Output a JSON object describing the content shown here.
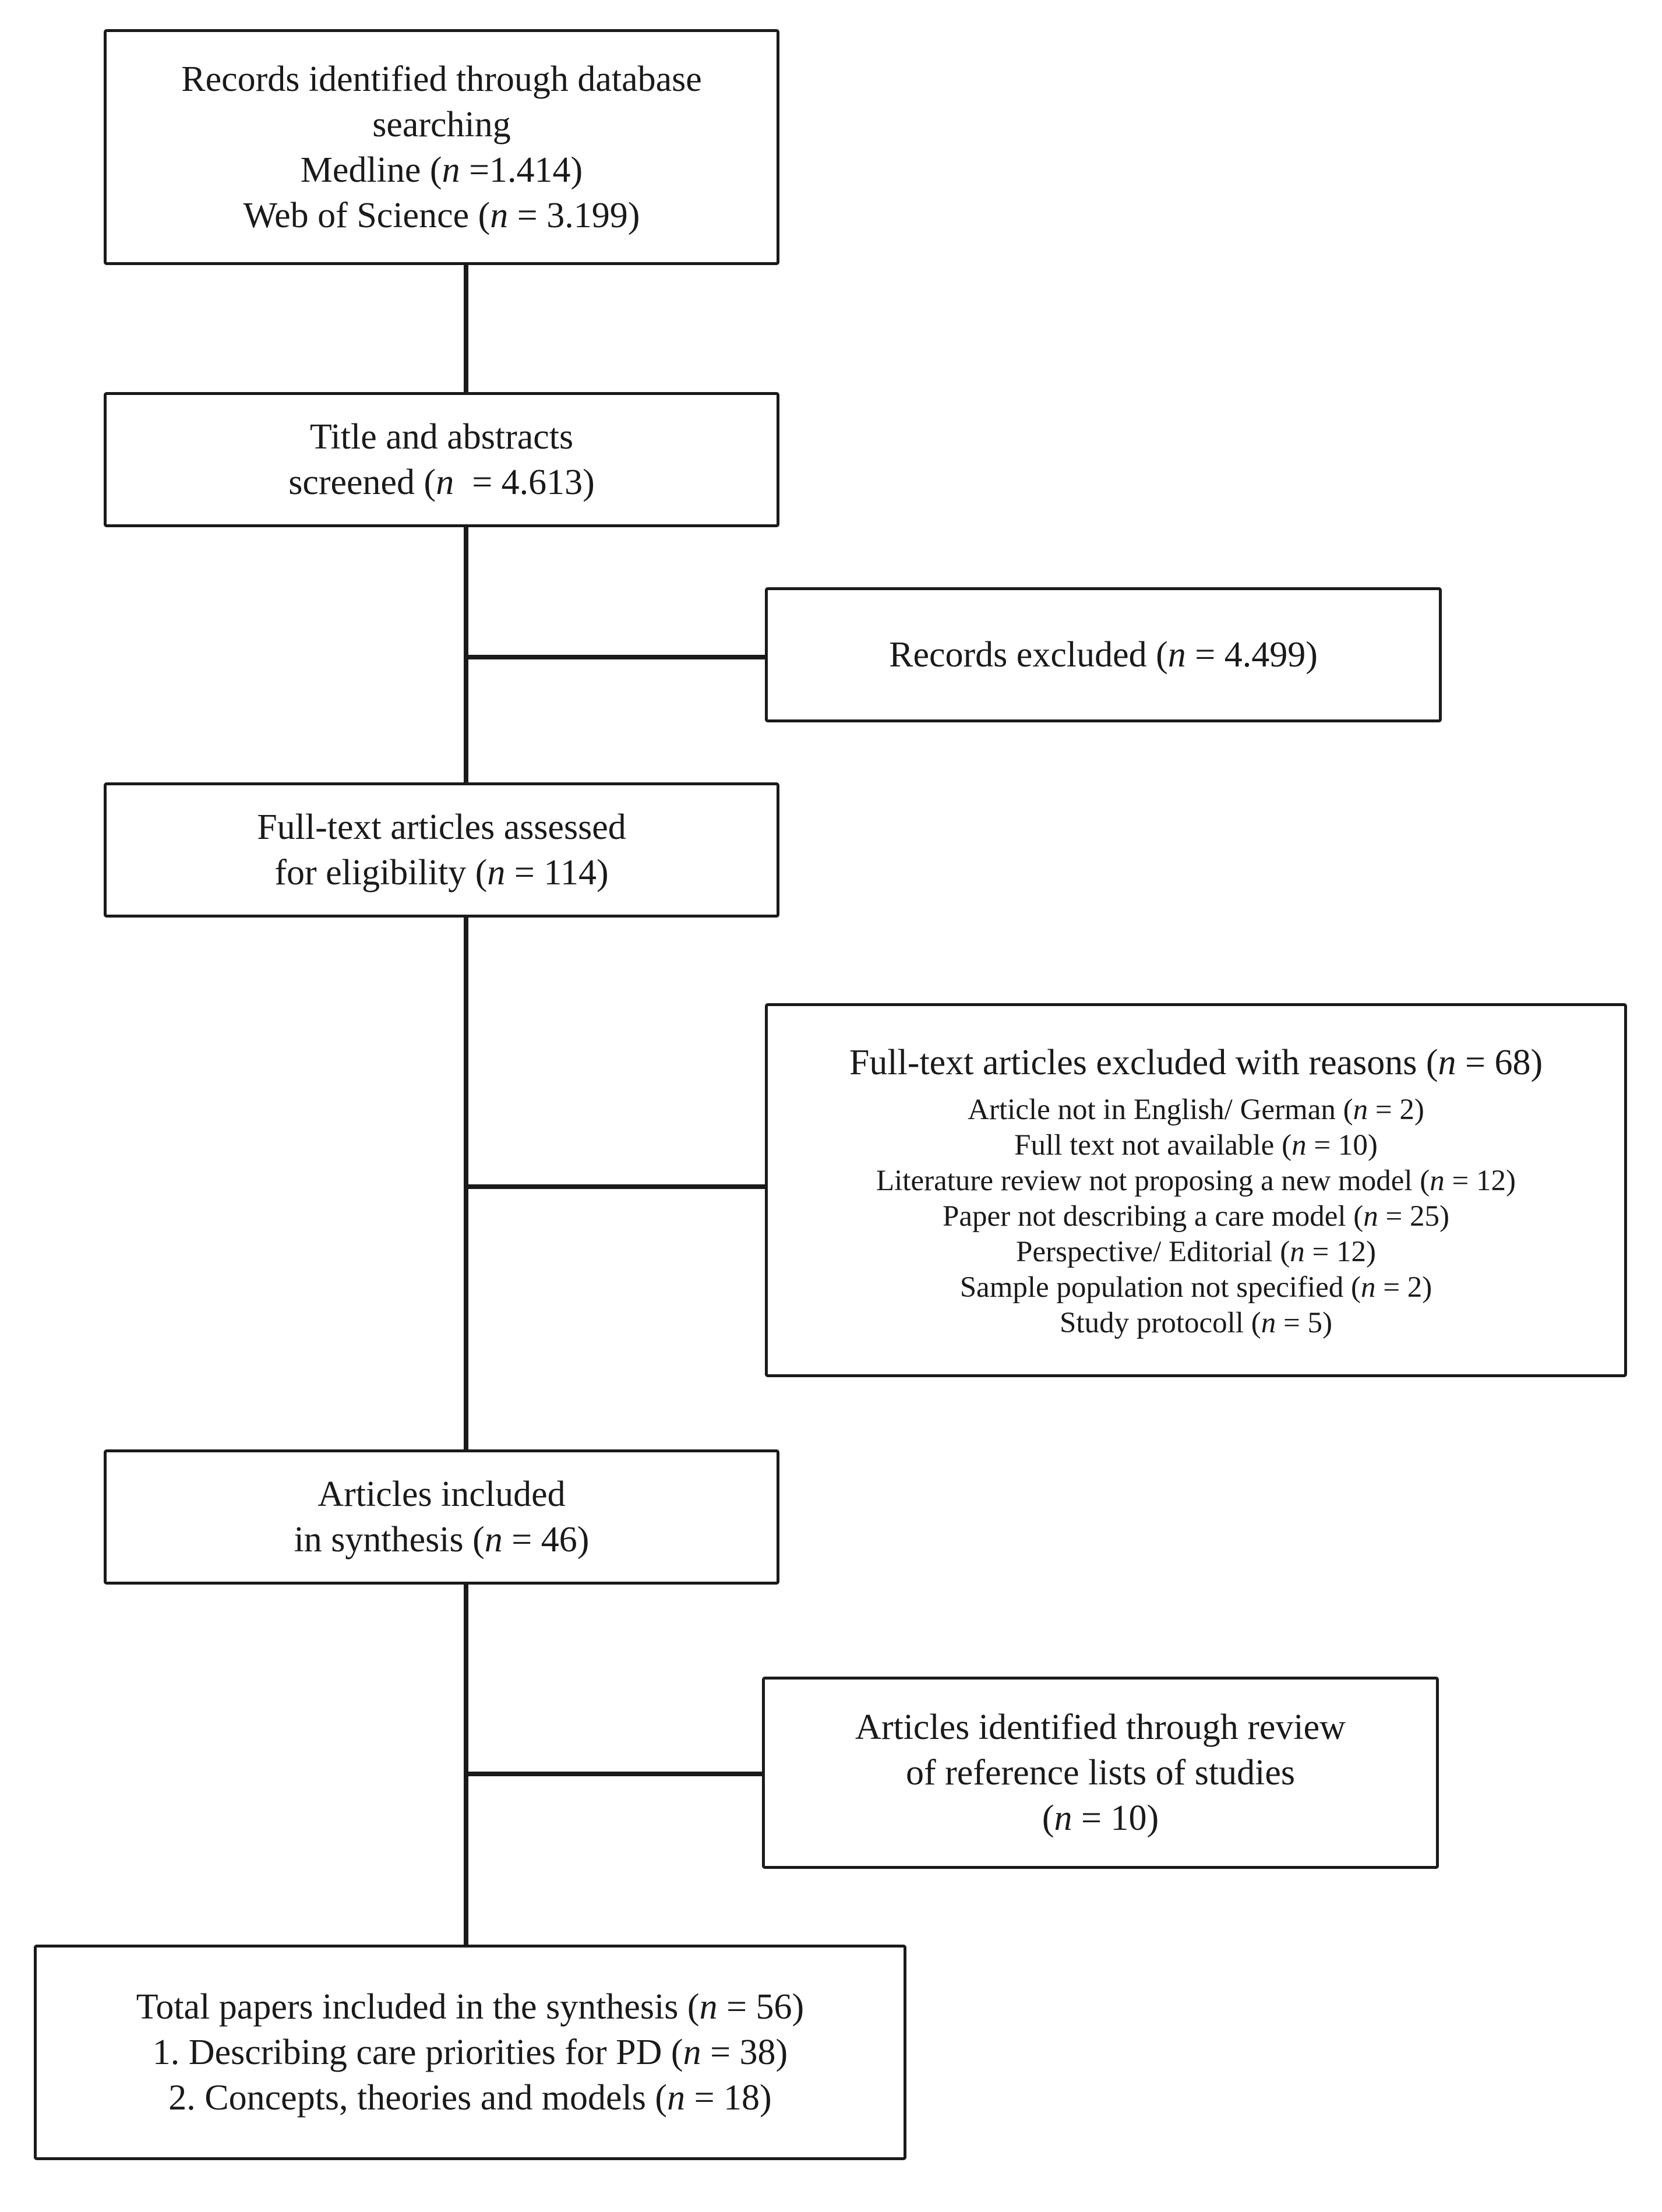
{
  "boxes": {
    "records_identified": {
      "line1": "Records identified through database",
      "line2": "searching",
      "medline_label": "Medline (",
      "medline_n": "n",
      "medline_value": " =1.414)",
      "wos_label": "Web of Science (",
      "wos_n": "n",
      "wos_value": " = 3.199)"
    },
    "screened": {
      "line1": "Title and abstracts",
      "line2_prefix": "screened (",
      "line2_n": "n",
      "line2_value": "  = 4.613)"
    },
    "records_excluded": {
      "prefix": "Records excluded (",
      "n": "n",
      "value": " = 4.499)"
    },
    "full_text_assessed": {
      "line1": "Full-text articles assessed",
      "line2_prefix": "for eligibility (",
      "line2_n": "n",
      "line2_value": " = 114)"
    },
    "full_text_excluded": {
      "title_prefix": "Full-text articles excluded with reasons (",
      "title_n": "n",
      "title_value": " = 68)",
      "reasons": [
        {
          "prefix": "Article not in English/ German (",
          "n": "n",
          "value": " = 2)"
        },
        {
          "prefix": "Full text not available (",
          "n": "n",
          "value": " = 10)"
        },
        {
          "prefix": "Literature review not proposing a new model (",
          "n": "n",
          "value": " = 12)"
        },
        {
          "prefix": "Paper not describing a care model (",
          "n": "n",
          "value": " = 25)"
        },
        {
          "prefix": "Perspective/ Editorial (",
          "n": "n",
          "value": " = 12)"
        },
        {
          "prefix": "Sample population not specified (",
          "n": "n",
          "value": " = 2)"
        },
        {
          "prefix": "Study protocoll (",
          "n": "n",
          "value": " = 5)"
        }
      ]
    },
    "included_synthesis": {
      "line1": "Articles included",
      "line2_prefix": "in synthesis (",
      "line2_n": "n",
      "line2_value": " = 46)"
    },
    "reference_lists": {
      "line1": "Articles identified through review",
      "line2": "of reference lists of studies",
      "line3_prefix": "(",
      "line3_n": "n",
      "line3_value": " = 10)"
    },
    "total": {
      "line1_prefix": "Total papers included in the synthesis (",
      "line1_n": "n",
      "line1_value": " = 56)",
      "line2_prefix": "1. Describing care priorities for PD (",
      "line2_n": "n",
      "line2_value": " = 38)",
      "line3_prefix": "2. Concepts, theories and models (",
      "line3_n": "n",
      "line3_value": " = 18)"
    }
  }
}
